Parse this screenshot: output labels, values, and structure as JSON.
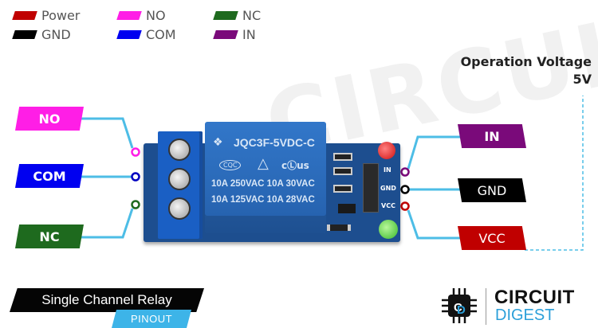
{
  "legend": [
    {
      "label": "Power",
      "color": "#c00000"
    },
    {
      "label": "GND",
      "color": "#000000"
    },
    {
      "label": "NO",
      "color": "#ff1ee6"
    },
    {
      "label": "COM",
      "color": "#0000f0"
    },
    {
      "label": "NC",
      "color": "#1e6a1e"
    },
    {
      "label": "IN",
      "color": "#7a0a7a"
    }
  ],
  "left_pins": [
    {
      "label": "NO",
      "color": "#ff1ee6"
    },
    {
      "label": "COM",
      "color": "#0000f0"
    },
    {
      "label": "NC",
      "color": "#1e6a1e"
    }
  ],
  "right_pins": [
    {
      "label": "IN",
      "color": "#7a0a7a"
    },
    {
      "label": "GND",
      "color": "#000000"
    },
    {
      "label": "VCC",
      "color": "#c00000"
    }
  ],
  "operation_voltage": {
    "line1": "Operation Voltage",
    "line2": "5V"
  },
  "relay": {
    "model": "JQC3F-5VDC-C",
    "rating1": "10A 250VAC 10A 30VAC",
    "rating2": "10A 125VAC 10A 28VAC",
    "cqc": "CQC",
    "ul": "cⓁus",
    "header_pins": [
      "IN",
      "GND",
      "VCC"
    ]
  },
  "title": {
    "main": "Single Channel Relay",
    "sub": "PINOUT"
  },
  "logo": {
    "line1": "CIRCUIT",
    "line2": "DIGEST"
  },
  "colors": {
    "wire": "#4dbde6",
    "pcb": "#1d4e8f",
    "relay_body": "#2a6fc0",
    "terminal": "#1a5fc4"
  }
}
